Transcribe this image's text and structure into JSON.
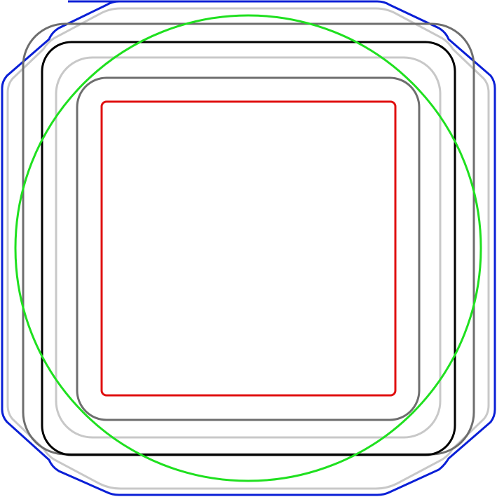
{
  "outlines": [
    {
      "name": "blue-octagon-outline",
      "shape": "octagon",
      "color": "#0a1fd6"
    },
    {
      "name": "light-gray-outer-outline",
      "shape": "octagon",
      "color": "#c8c8c8"
    },
    {
      "name": "dark-gray-outer-outline",
      "shape": "rounded-octagon",
      "color": "#6e6e6e"
    },
    {
      "name": "black-outline",
      "shape": "rounded-octagon",
      "color": "#000000"
    },
    {
      "name": "light-gray-inner-outline",
      "shape": "rounded-square",
      "color": "#c8c8c8"
    },
    {
      "name": "dark-gray-inner-outline",
      "shape": "rounded-square",
      "color": "#6e6e6e"
    },
    {
      "name": "red-square-outline",
      "shape": "rounded-square",
      "color": "#e01010"
    },
    {
      "name": "green-circle-outline",
      "shape": "circle",
      "color": "#1fe01f"
    }
  ]
}
